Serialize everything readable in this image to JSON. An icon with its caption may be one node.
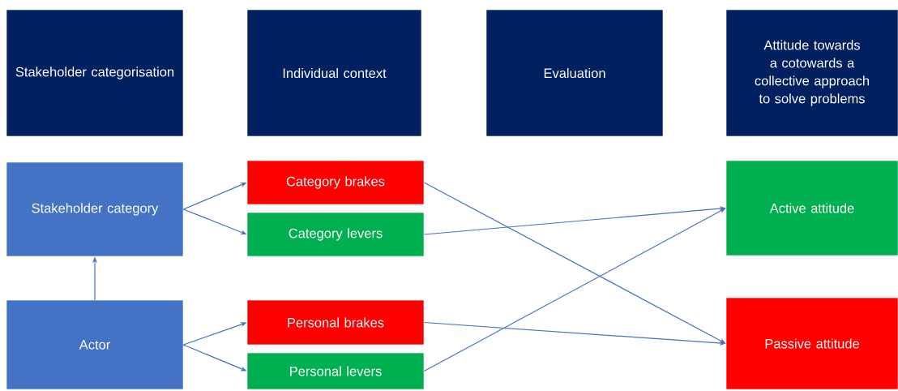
{
  "diagram": {
    "nodes": [
      {
        "text": [
          "Stakeholder categorisation"
        ]
      },
      {
        "text": [
          "Individual context"
        ]
      },
      {
        "text": [
          "Evaluation"
        ]
      },
      {
        "text": [
          "Attitude towards a cotowards a collective approach to solve problems"
        ]
      },
      {
        "text": [
          "Stakeholder category"
        ]
      },
      {
        "text": [
          "Actor"
        ]
      },
      {
        "text": [
          "Category brakes"
        ]
      },
      {
        "text": [
          "Category levers"
        ]
      },
      {
        "text": [
          "Personal brakes"
        ]
      },
      {
        "text": [
          "Personal levers"
        ]
      },
      {
        "text": [
          "Active attitude"
        ]
      },
      {
        "text": [
          "Passive attitude"
        ]
      }
    ],
    "edges": [
      {
        "from": 5,
        "to": 4,
        "arrow": "to"
      },
      {
        "from": 4,
        "to": 6,
        "arrow": "to"
      },
      {
        "from": 4,
        "to": 7,
        "arrow": "to"
      },
      {
        "from": 5,
        "to": 8,
        "arrow": "to"
      },
      {
        "from": 5,
        "to": 9,
        "arrow": "to"
      },
      {
        "from": 6,
        "to": 11,
        "arrow": "to"
      },
      {
        "from": 7,
        "to": 10,
        "arrow": "to"
      },
      {
        "from": 8,
        "to": 11,
        "arrow": "to"
      },
      {
        "from": 9,
        "to": 10,
        "arrow": "to"
      }
    ]
  }
}
